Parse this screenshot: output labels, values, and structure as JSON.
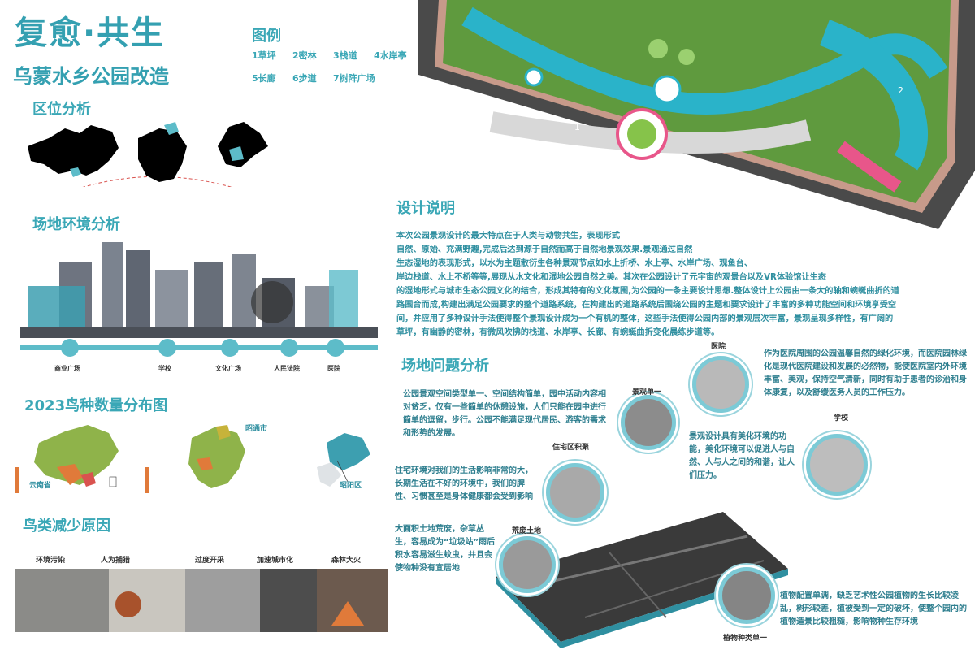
{
  "title": "复愈·共生",
  "subtitle": "乌蒙水乡公园改造",
  "legend": {
    "title": "图例",
    "items": [
      "1草坪",
      "2密林",
      "3栈道",
      "4水岸亭",
      "5长廊",
      "6步道",
      "7树阵广场"
    ]
  },
  "sections": {
    "location": "区位分析",
    "environment": "场地环境分析",
    "birds": "2023鸟种数量分布图",
    "decline": "鸟类减少原因",
    "design": "设计说明",
    "problems": "场地问题分析"
  },
  "timeline": [
    "商业广场",
    "学校",
    "文化广场",
    "人民法院",
    "医院"
  ],
  "bird_maps": {
    "label_yunnan": "云南省",
    "label_zhaotong": "昭通市",
    "label_zhaoyang": "昭阳区"
  },
  "decline_reasons": [
    "环境污染",
    "人为捕猎",
    "过度开采",
    "加速城市化",
    "森林大火"
  ],
  "design_text": [
    "本次公园景观设计的最大特点在于人类与动物共生，表现形式",
    "自然、原始、充满野趣,完成后达到源于自然而高于自然地景观效果.景观通过自然",
    "生态湿地的表现形式，以水为主题散衍生各种景观节点如水上折桥、水上亭、水岸广场、观鱼台、",
    "岸边栈道、水上不桥等等,展现从水文化和湿地公园自然之美。其次在公园设计了元宇宙的观景台以及VR体验馆让生态",
    "的湿地形式与城市生态公园文化的结合，形成其特有的文化氛围,为公园的一条主要设计思想.整体设计上公园由一条大的轴和蜿蜒曲折的道",
    "路围合而成,构建出满足公园要求的整个道路系统，在构建出的道路系统后围绕公园的主题和要求设计了丰富的多种功能空间和环境享受空",
    "间，并应用了多种设计手法使得整个景观设计成为一个有机的整体，这些手法使得公园内部的景观层次丰富，景观呈现多样性，有广阔的",
    "草坪，有幽静的密林，有微风吹拂的栈道、水岸亭、长廊、有蜿蜒曲折变化晨练步道等。"
  ],
  "problems": {
    "p1": "公园景观空间类型单一、空间结构简单，园中活动内容相对贫乏，仅有一些简单的休憩设施，人们只能在园中进行简单的逗留，步行。公园不能满足现代居民、游客的需求和形势的发展。",
    "p2": "住宅环境对我们的生活影响非常的大，长期生活在不好的环境中，我们的脾性、习惯甚至是身体健康都会受到影响",
    "p3": "大面积土地荒废，杂草丛生，容易成为“垃圾站”雨后积水容易滋生蚊虫，并且会使物种没有宜居地",
    "p4": "作为医院周围的公园温馨自然的绿化环境，而医院园林绿化是现代医院建设和发展的必然物，能使医院室内外环境丰富、美观，保持空气清新，同时有助于患者的诊治和身体康复，以及舒缓医务人员的工作压力。",
    "p5": "景观设计具有美化环境的功能，美化环境可以促进人与自然、人与人之间的和谐，让人们压力。",
    "p6": "植物配置单调，缺乏艺术性公园植物的生长比较凌乱，树形较差，植被受到一定的破坏，使整个园内的植物造景比较粗糙，影响物种生存环境"
  },
  "circle_labels": {
    "hospital": "医院",
    "single_view": "景观单一",
    "residential": "住宅区积聚",
    "school": "学校",
    "wasteland": "荒废土地",
    "plants": "植物种类单一"
  },
  "colors": {
    "accent": "#34a0b1",
    "water": "#2ab3c9",
    "grass": "#7fbf4a",
    "forest": "#3e7a2e"
  }
}
